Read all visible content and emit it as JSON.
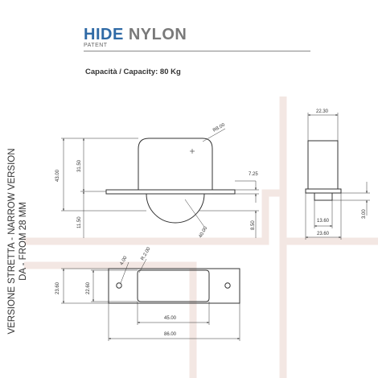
{
  "header": {
    "brand_word1": "HIDE",
    "brand_word2": "NYLON",
    "patent": "PATENT",
    "capacity": "Capacità / Capacity: 80 Kg"
  },
  "side_note": {
    "line1": "VERSIONE STRETTA - NARROW VERSION",
    "line2": "DA - FROM 28 MM"
  },
  "dimensions": {
    "radius_top": "R8.00",
    "h_total": "43.00",
    "h_upper": "31.50",
    "h_lower": "11.50",
    "flange": "7.25",
    "wheel_dia": "40.00",
    "offset": "8.50",
    "width_top": "22.30",
    "shaft_w": "13.60",
    "shaft_h": "3.00",
    "width_base": "23.60",
    "hole_dia": "4.00",
    "slot_radius": "R.2.00",
    "plate_h_outer": "23.60",
    "plate_h_inner": "22.60",
    "slot_len": "45.00",
    "plate_len": "86.00"
  },
  "colors": {
    "brand_blue": "#2f6aa6",
    "brand_grey": "#7a7a7a",
    "line": "#333333",
    "watermark": "#f3e7e3"
  }
}
